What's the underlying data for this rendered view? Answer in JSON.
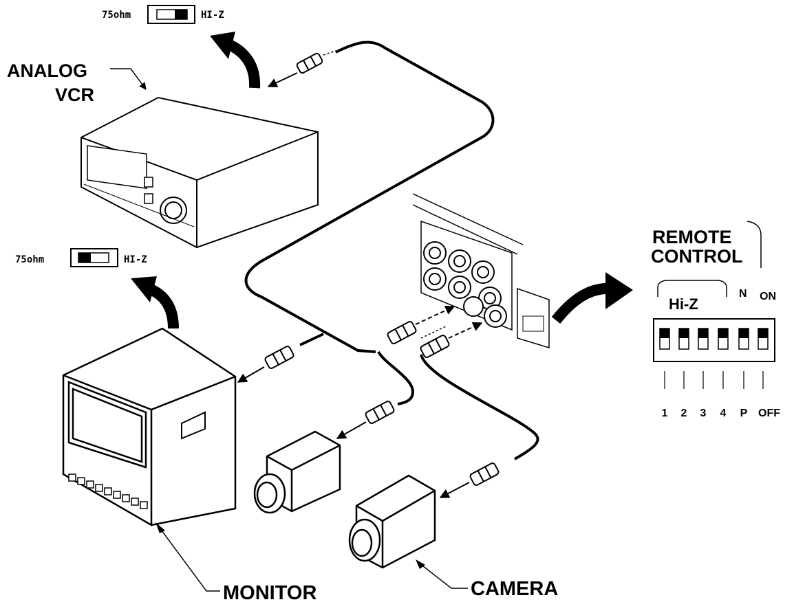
{
  "labels": {
    "analog": "ANALOG",
    "vcr": "VCR",
    "monitor": "MONITOR",
    "camera": "CAMERA",
    "remote": "REMOTE",
    "control": "CONTROL",
    "hiz_group": "Hi-Z"
  },
  "switches": {
    "vcr": {
      "left": "75ohm",
      "right": "HI-Z",
      "position": "HI-Z"
    },
    "monitor": {
      "left": "75ohm",
      "right": "HI-Z",
      "position": "75ohm"
    }
  },
  "dip": {
    "top_labels": [
      "N",
      "ON"
    ],
    "numbers": [
      "1",
      "2",
      "3",
      "4",
      "P",
      "OFF"
    ],
    "switch_count": 6
  },
  "colors": {
    "line": "#000000",
    "background": "#ffffff"
  }
}
